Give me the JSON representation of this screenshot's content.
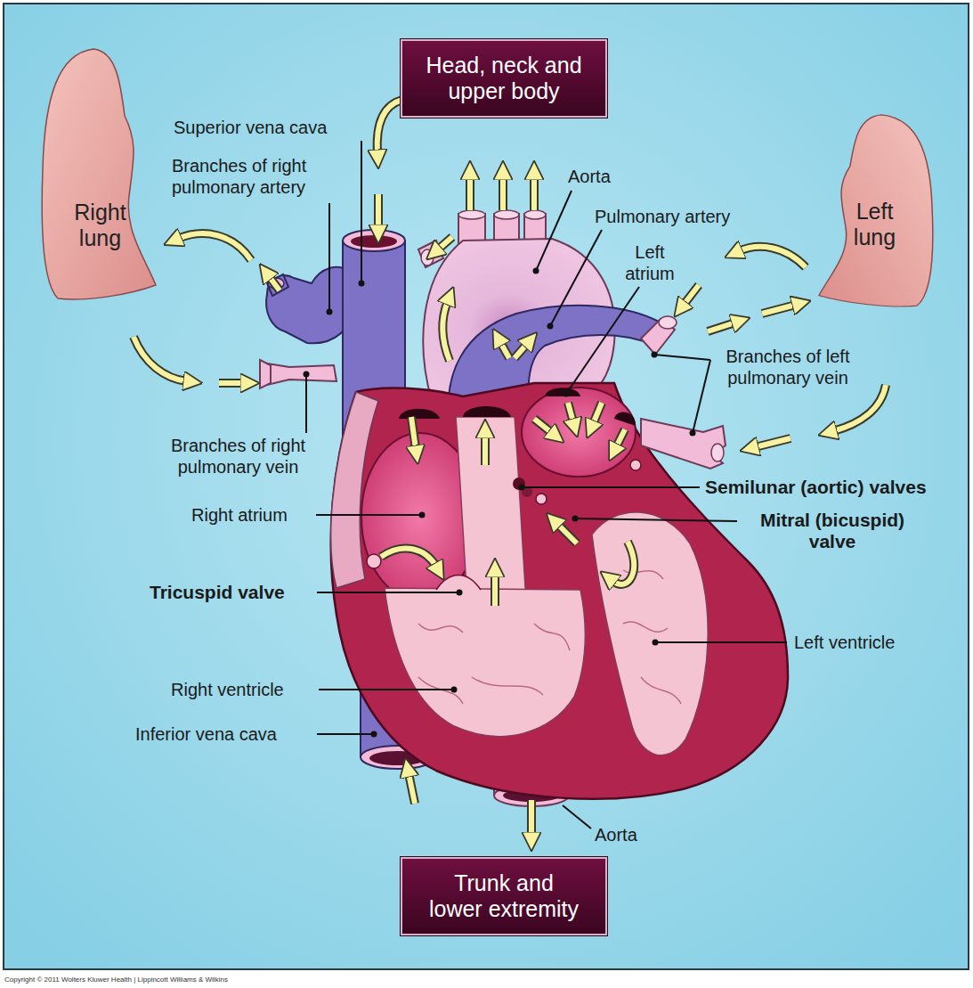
{
  "diagram": {
    "nodes": [
      {
        "text": [
          "Head, neck and upper body"
        ]
      },
      {
        "text": [
          "Right lung"
        ]
      },
      {
        "text": [
          "Left lung"
        ]
      },
      {
        "text": [
          "Trunk and lower extremity"
        ]
      }
    ],
    "labels": [
      "Superior vena cava",
      "Aorta",
      "Branches of right pulmonary artery",
      "Pulmonary artery",
      "Left atrium",
      "Branches of left pulmonary vein",
      "Branches of right pulmonary vein",
      "Semilunar (aortic) valves",
      "Right atrium",
      "Mitral (bicuspid) valve",
      "Tricuspid valve",
      "Left ventricle",
      "Right ventricle",
      "Inferior vena cava",
      "Aorta",
      "Copyright © 2011 Wolters Kluwer Health | Lippincott Williams & Wilkins"
    ]
  }
}
